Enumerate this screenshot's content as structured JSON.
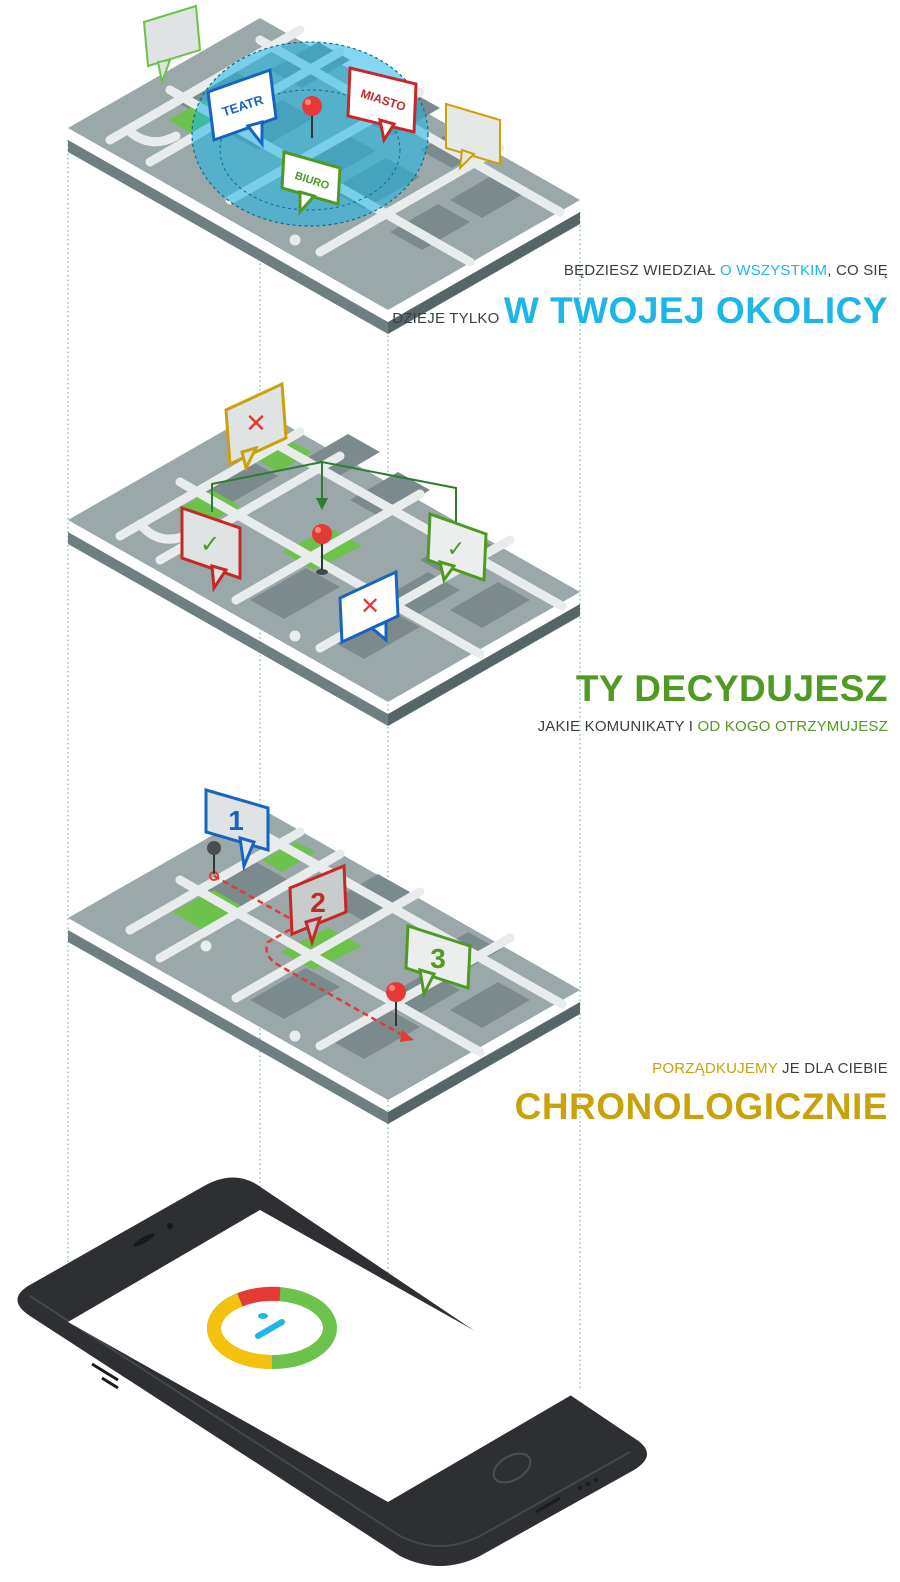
{
  "captions": {
    "one": {
      "line1_a": "Będziesz wiedział ",
      "line1_b": "o wszystkim",
      "line1_c": ", co się",
      "line2_a": "dzieje tylko ",
      "line2_b": "w twojej okolicy"
    },
    "two": {
      "title": "Ty decydujesz",
      "line_a": "jakie komunikaty i ",
      "line_b": "od kogo otrzymujesz"
    },
    "three": {
      "line_a": "porządkujemy",
      "line_b": " je dla ciebie",
      "title": "chronologicznie"
    }
  },
  "map1": {
    "labels": {
      "theatre": "TEATR",
      "city": "MIASTO",
      "office": "BIURO"
    }
  },
  "map2": {
    "marks": {
      "accept": "✓",
      "reject": "✕"
    }
  },
  "map3": {
    "steps": [
      "1",
      "2",
      "3"
    ]
  },
  "icons": {
    "map1": [
      "location-pin-icon",
      "radius-circle-icon"
    ],
    "map2": [
      "checkmark-icon",
      "cross-icon",
      "location-pin-icon"
    ],
    "map3": [
      "location-pin-icon",
      "route-arrow-icon"
    ],
    "phone": [
      "app-logo-icon"
    ]
  },
  "colors": {
    "blue": "#1db6e8",
    "green": "#4f9a23",
    "gold": "#c9a20a",
    "red": "#e53935",
    "map_base": "#9aa8aa",
    "road": "#e8ecec",
    "block": "#7b8a8d",
    "park": "#6cc24a",
    "phone_body": "#2d2f33"
  }
}
